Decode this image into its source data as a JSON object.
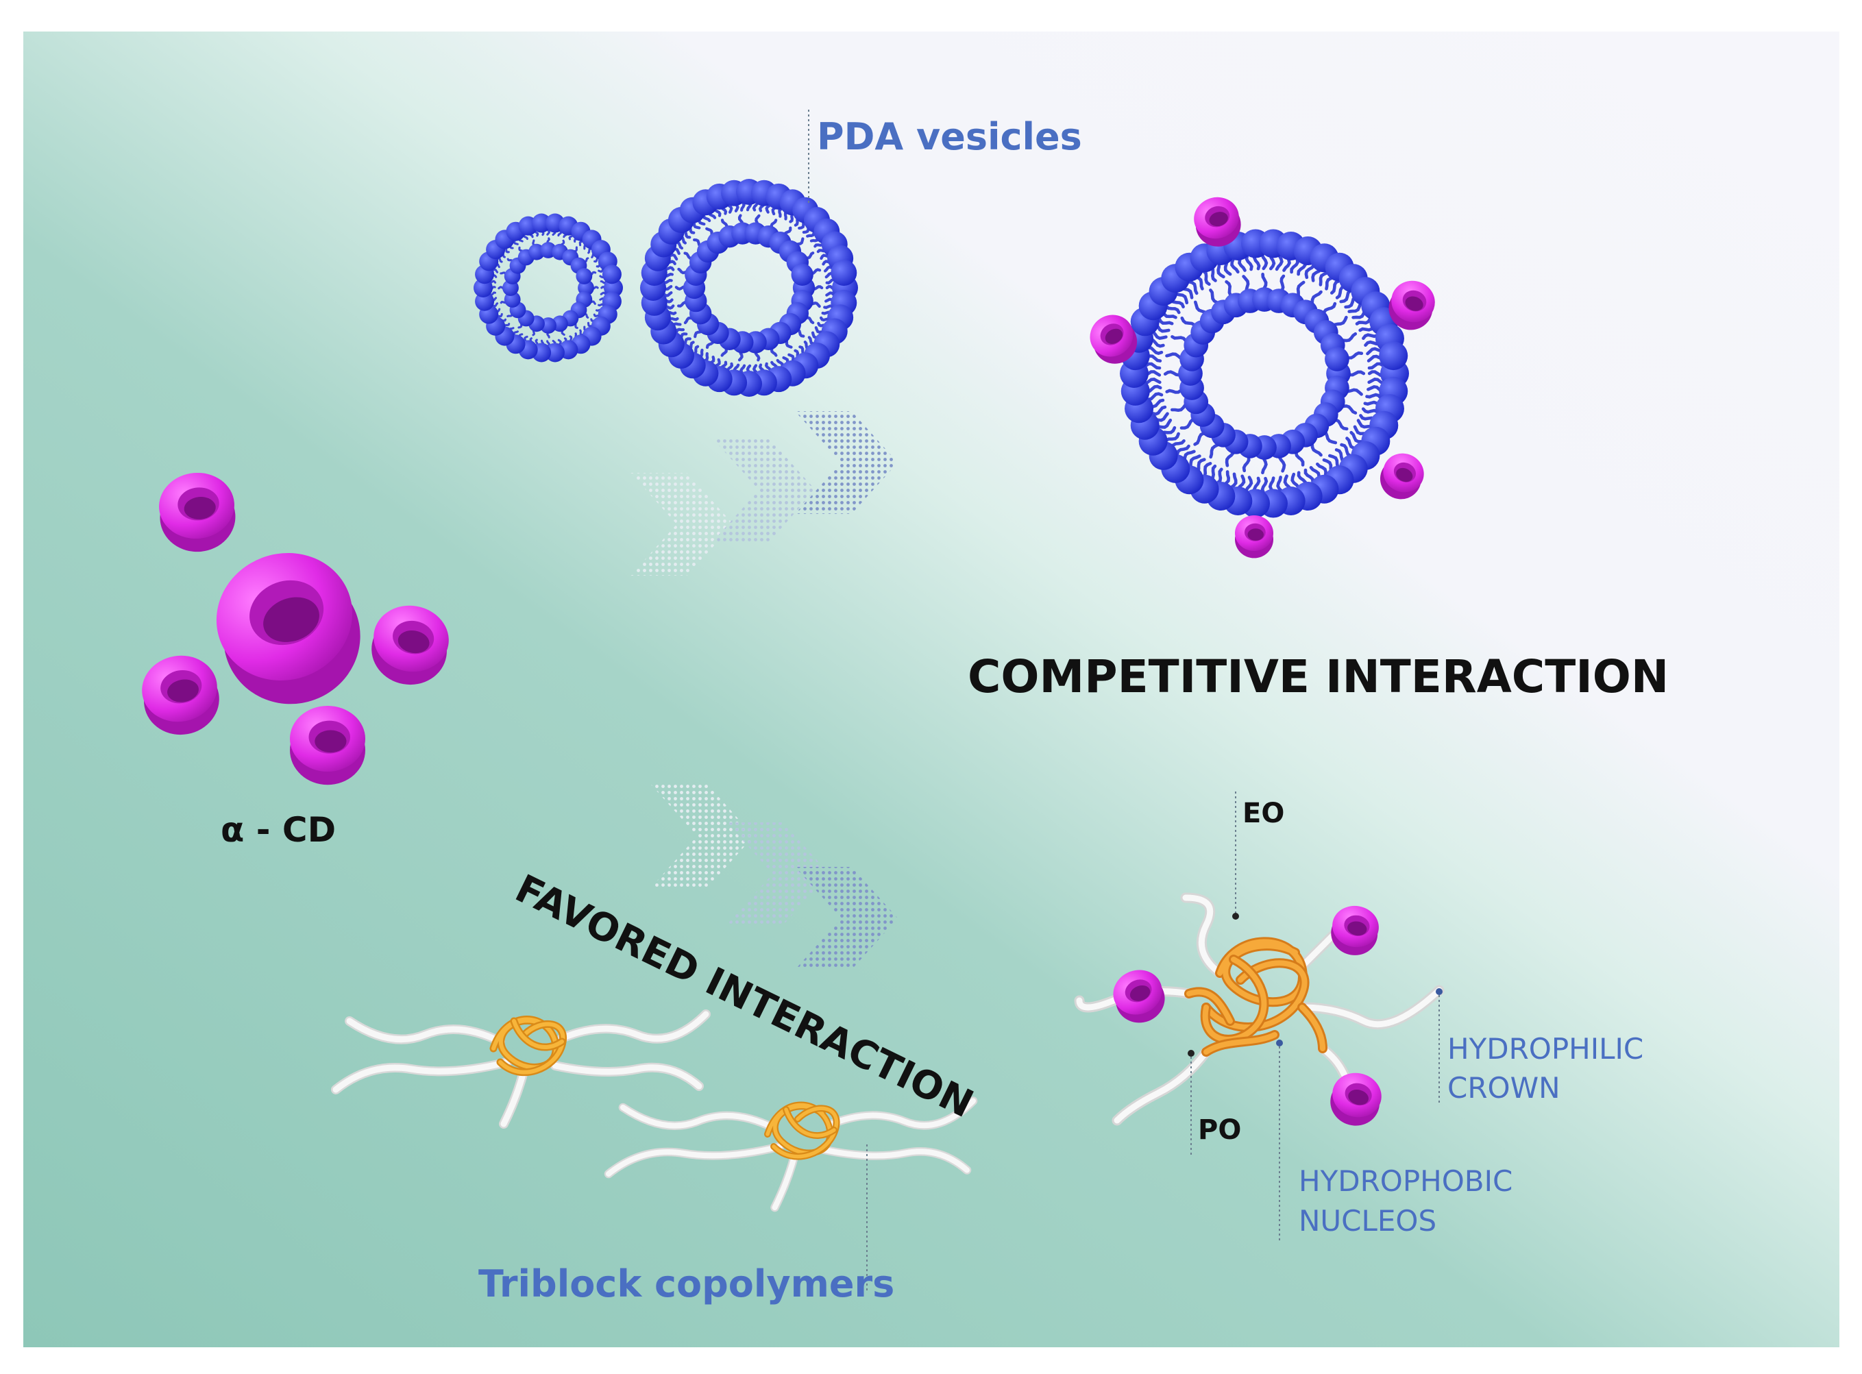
{
  "labels": {
    "pda_vesicles": "PDA vesicles",
    "alpha_cd": "α - CD",
    "competitive_interaction": "COMPETITIVE INTERACTION",
    "favored_interaction": "FAVORED INTERACTION",
    "triblock_copolymers": "Triblock copolymers",
    "eo": "EO",
    "po": "PO",
    "hydrophilic_line1": "HYDROPHILIC",
    "hydrophilic_line2": "CROWN",
    "hydrophobic_line1": "HYDROPHOBIC",
    "hydrophobic_line2": "NUCLEOS"
  },
  "colors": {
    "background_teal": "#9bcfc1",
    "background_light": "#f4f5fa",
    "vesicle_blue": "#2f3ee8",
    "cyclodextrin_magenta": "#e02be6",
    "polymer_orange": "#f0a22a",
    "polymer_white": "#f2f2f2",
    "label_blue": "#4a6fc2",
    "label_black": "#111111"
  },
  "icons": {
    "vesicle": "vesicle-icon",
    "cyclodextrin": "cyclodextrin-ring-icon",
    "copolymer": "triblock-copolymer-icon",
    "micelle": "copolymer-micelle-icon",
    "arrow": "dotted-chevron-arrow-icon"
  }
}
